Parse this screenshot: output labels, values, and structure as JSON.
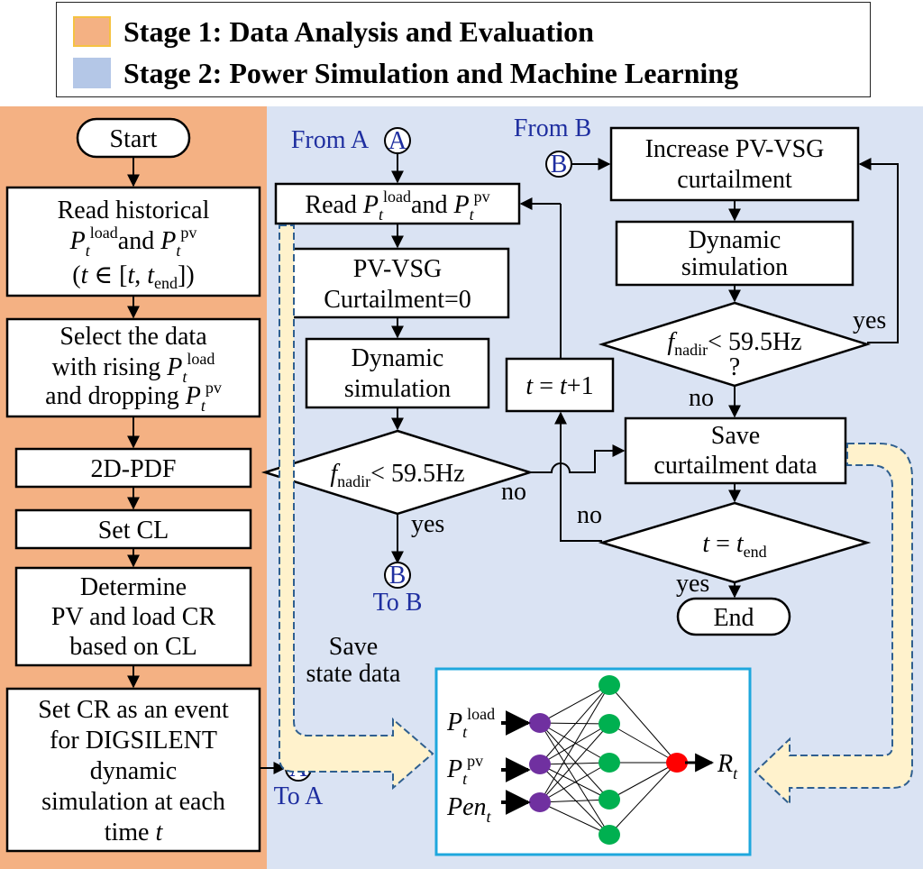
{
  "legend": {
    "stage1": "Stage 1: Data Analysis and Evaluation",
    "stage2": "Stage 2: Power Simulation and Machine Learning",
    "stage1_color": "#f4b183",
    "stage2_color": "#b4c7e7"
  },
  "stage1": {
    "start": "Start",
    "read_line1": "Read historical",
    "read_and": "and",
    "select_line1": "Select the data",
    "select_line2": "with rising",
    "select_line3": "and dropping",
    "pdf": "2D-PDF",
    "set_cl": "Set CL",
    "determine_line1": "Determine",
    "determine_line2": "PV and load CR",
    "determine_line3": "based on CL",
    "event_line1": "Set CR as an event",
    "event_line2": "for DIGSILENT",
    "event_line3": "dynamic",
    "event_line4": "simulation at each",
    "event_line5": "time",
    "to_a": "To A"
  },
  "stage2": {
    "from_a": "From A",
    "read_prefix": "Read",
    "read_and": "and",
    "curtail_line1": "PV-VSG",
    "curtail_line2": "Curtailment=0",
    "dyn_line1": "Dynamic",
    "dyn_line2": "simulation",
    "decision_threshold": "< 59.5Hz",
    "no": "no",
    "yes": "yes",
    "to_b": "To B",
    "t_increment": "t = t+1",
    "from_b": "From B",
    "increase_line1": "Increase PV-VSG",
    "increase_line2": "curtailment",
    "dyn2_line1": "Dynamic",
    "dyn2_line2": "simulation",
    "question": "?",
    "save_line1": "Save",
    "save_line2": "curtailment data",
    "end": "End",
    "save_state_line1": "Save",
    "save_state_line2": "state data"
  },
  "connectors": {
    "a": "A",
    "b": "B"
  },
  "neural_net": {
    "input1_sub": "t",
    "input1_sup": "load",
    "input2_sub": "t",
    "input2_sup": "pv",
    "input3": "Pen",
    "input3_sub": "t",
    "output": "R",
    "output_sub": "t",
    "input_color": "#7030a0",
    "hidden_color": "#00b050",
    "output_color": "#ff0000",
    "border_color": "#1ea7dd"
  }
}
